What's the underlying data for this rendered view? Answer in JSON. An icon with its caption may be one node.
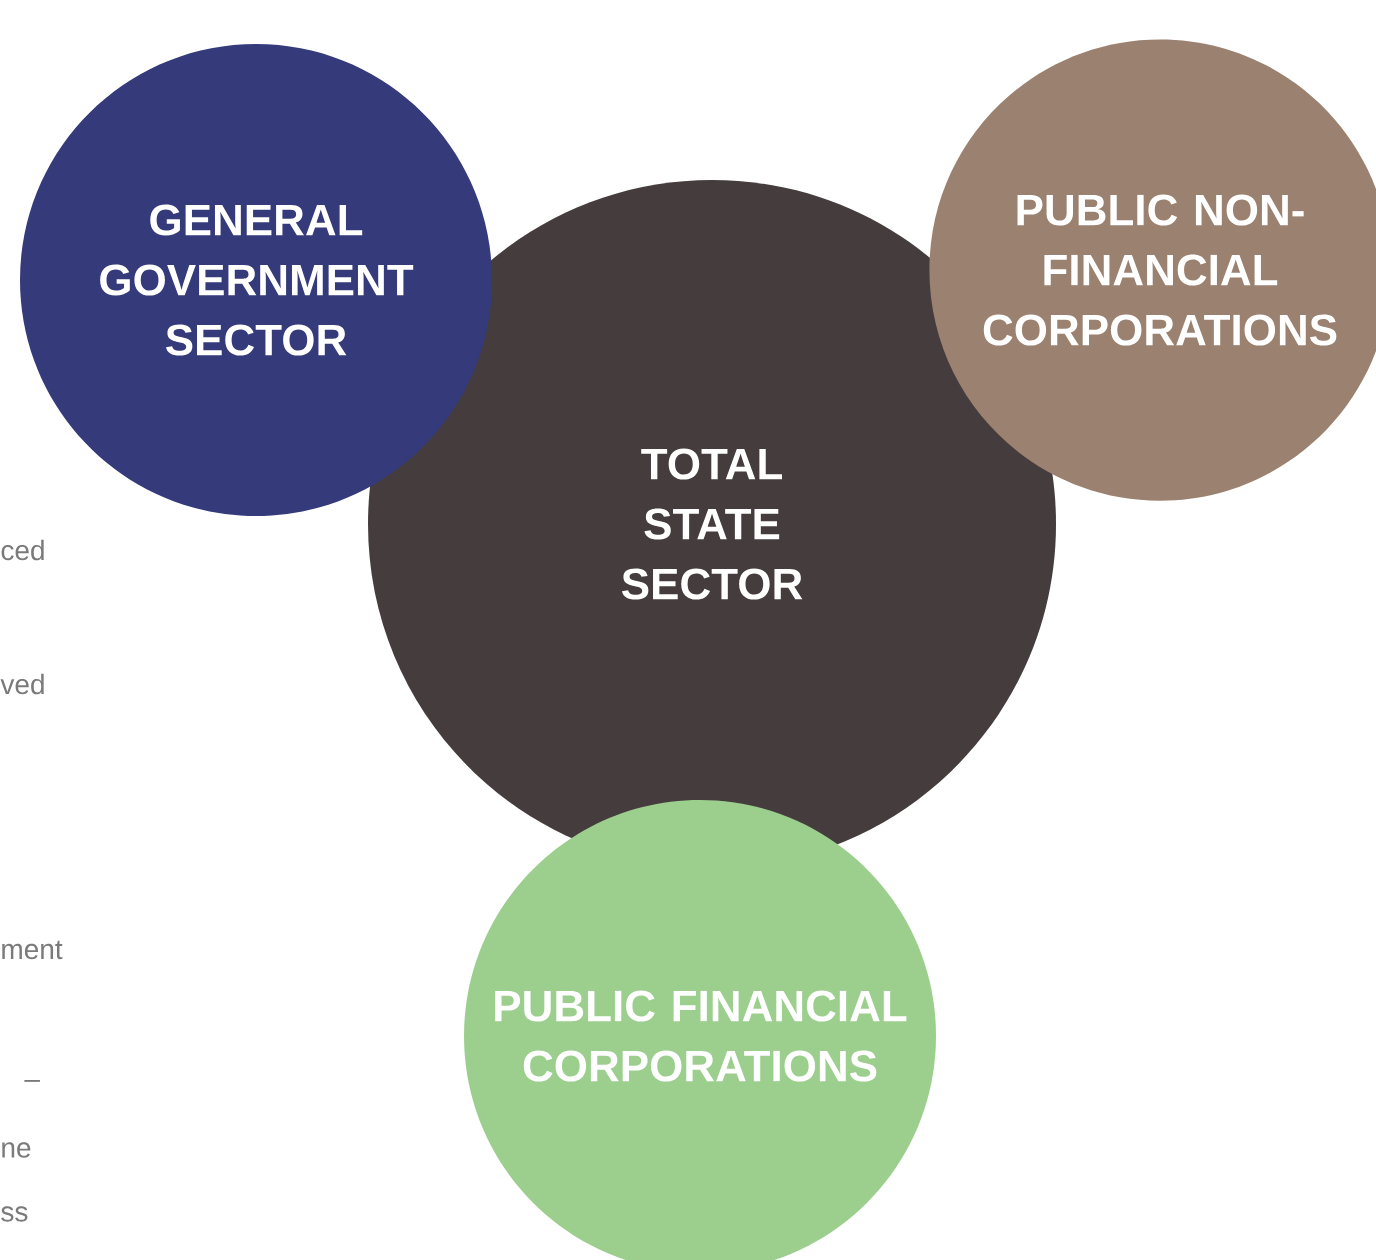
{
  "diagram": {
    "nodes": [
      {
        "text": [
          "GENERAL GOVERNMENT SECTOR"
        ]
      },
      {
        "text": [
          "PUBLIC NON-FINANCIAL CORPORATIONS"
        ]
      },
      {
        "text": [
          "TOTAL STATE SECTOR"
        ]
      },
      {
        "text": [
          "PUBLIC FINANCIAL CORPORATIONS"
        ]
      }
    ],
    "labels": [
      "ced",
      "ved",
      "ment",
      "–",
      "ne",
      "ss"
    ]
  }
}
